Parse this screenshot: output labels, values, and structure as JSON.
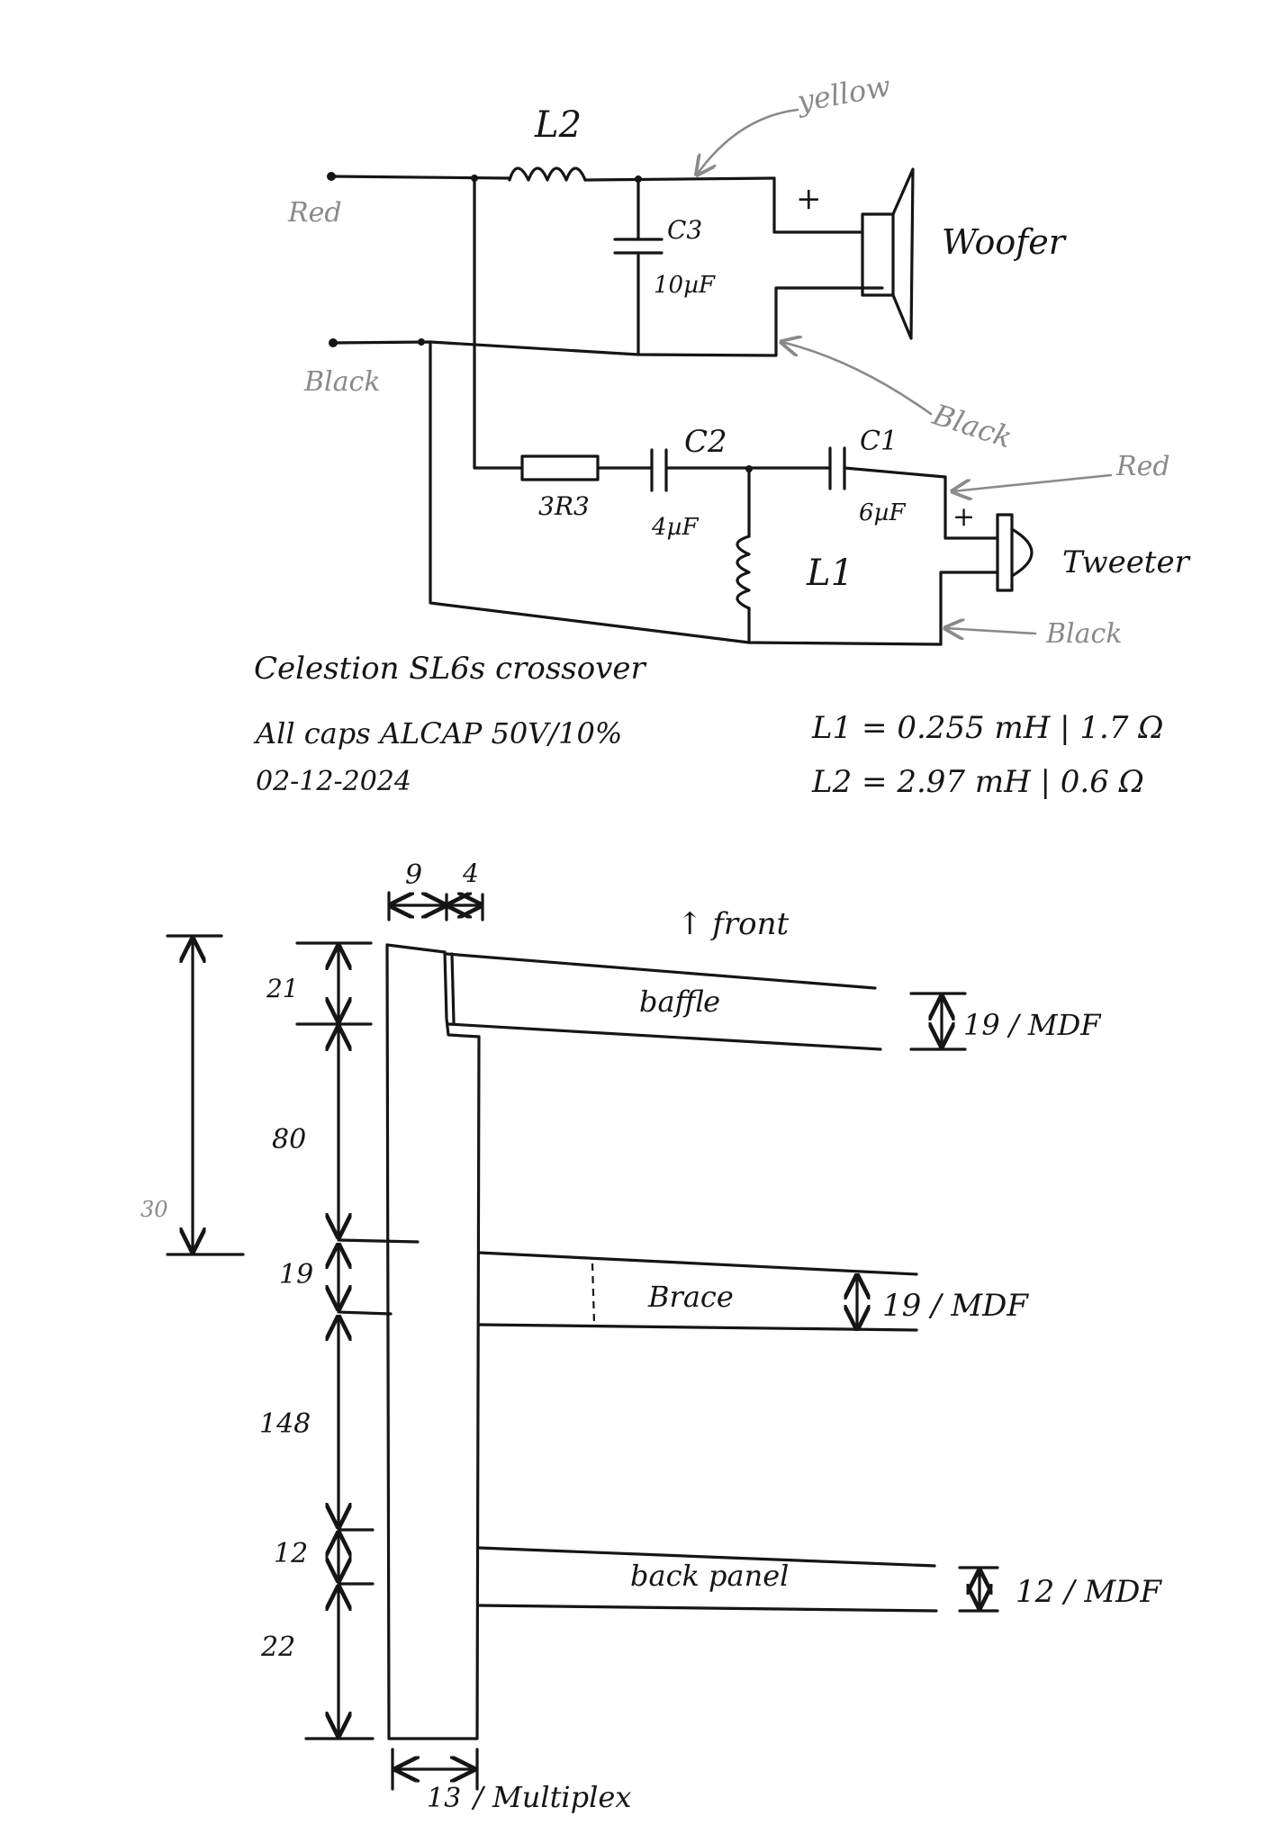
{
  "colors": {
    "ink": "#151515",
    "pencil_grey": "#8a8a8a",
    "paper": "#ffffff"
  },
  "schematic": {
    "terminals": {
      "red": "Red",
      "black": "Black"
    },
    "components": {
      "l2": "L2",
      "c3": "C3",
      "c3_value": "10µF",
      "resistor": "3R3",
      "c2": "C2",
      "c2_value": "4µF",
      "c1": "C1",
      "c1_value": "6µF",
      "l1": "L1"
    },
    "wire_notes": {
      "yellow": "yellow",
      "woofer_black": "Black",
      "tweeter_red": "Red",
      "tweeter_black": "Black"
    },
    "drivers": {
      "woofer": "Woofer",
      "tweeter": "Tweeter",
      "plus": "+"
    },
    "notes": {
      "line1": "Celestion SL6s crossover",
      "line2": "All caps ALCAP 50V/10%",
      "line3": "02-12-2024"
    },
    "specs": {
      "l1": "L1 = 0.255 mH | 1.7 Ω",
      "l2": "L2 = 2.97 mH | 0.6 Ω"
    }
  },
  "cabinet": {
    "front": "↑ front",
    "top_dims": [
      "9",
      "4"
    ],
    "left_dims": [
      "21",
      "80",
      "19",
      "148",
      "12",
      "22"
    ],
    "overall": "30",
    "panels": {
      "baffle": "baffle",
      "baffle_spec": "19 / MDF",
      "brace": "Brace",
      "brace_spec": "19 / MDF",
      "back": "back panel",
      "back_spec": "12 / MDF"
    },
    "side_thickness": "13",
    "side_material": "/ Multiplex"
  }
}
